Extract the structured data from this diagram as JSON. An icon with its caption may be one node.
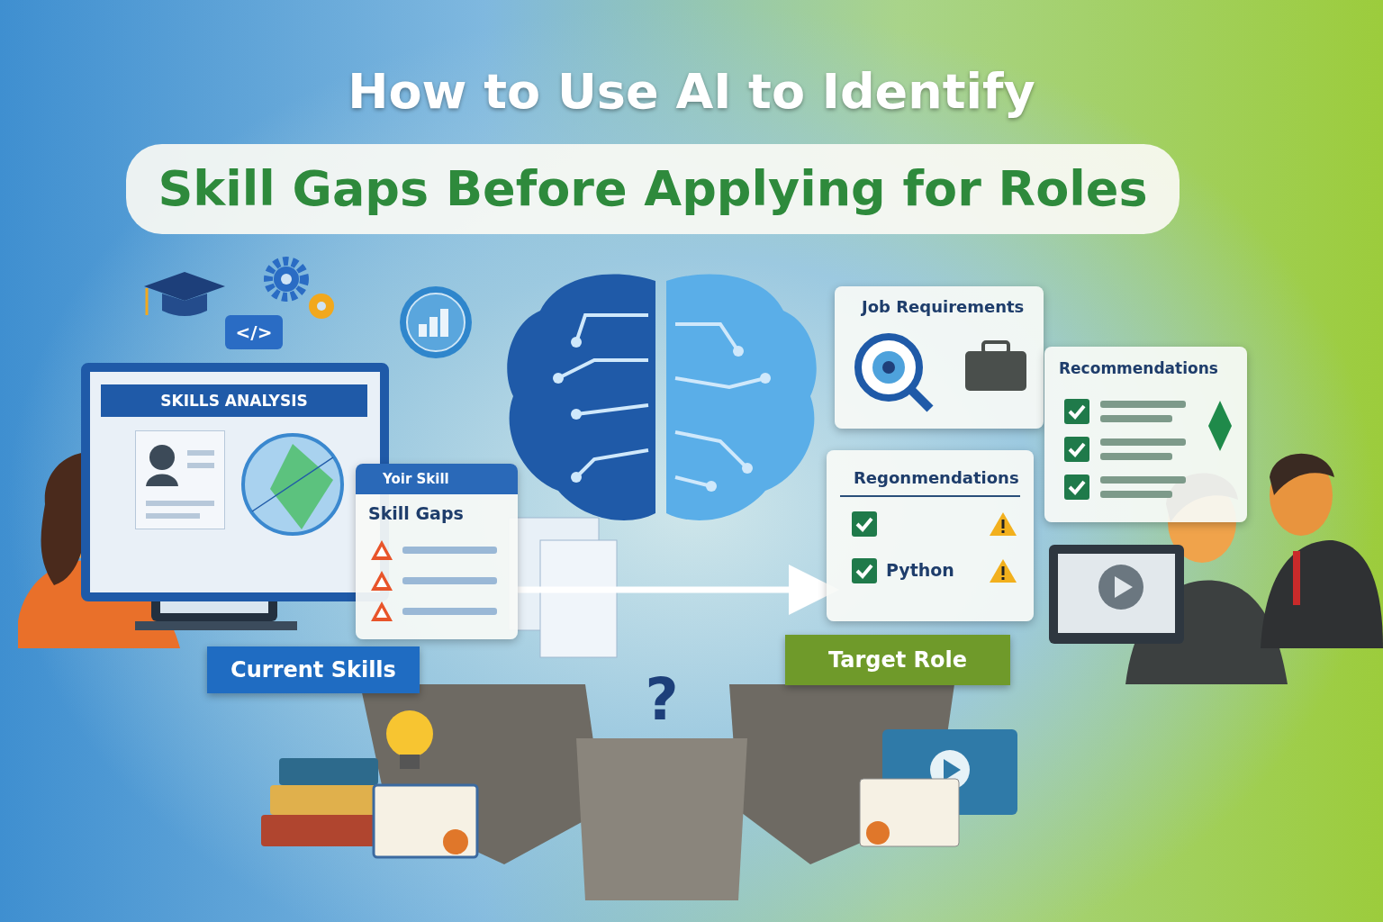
{
  "diagram": {
    "title": "How to Use AI to Identify",
    "nodes": [
      {
        "text": [
          "SKILLS ANALYSIS"
        ]
      },
      {
        "text": [
          "Yoir Skill",
          "Skill Gaps"
        ]
      },
      {
        "text": [
          "Current Skills"
        ]
      },
      {
        "text": [
          "Job Requirements"
        ]
      },
      {
        "text": [
          "Recommendations"
        ]
      },
      {
        "text": [
          "Regonmendations",
          "Python"
        ]
      },
      {
        "text": [
          "Target Role"
        ]
      }
    ],
    "edges": [
      {
        "from": 1,
        "to": 5,
        "arrow": "to"
      }
    ],
    "labels": [
      "Skill Gaps Before Applying for Roles",
      "</>",
      "?"
    ]
  }
}
